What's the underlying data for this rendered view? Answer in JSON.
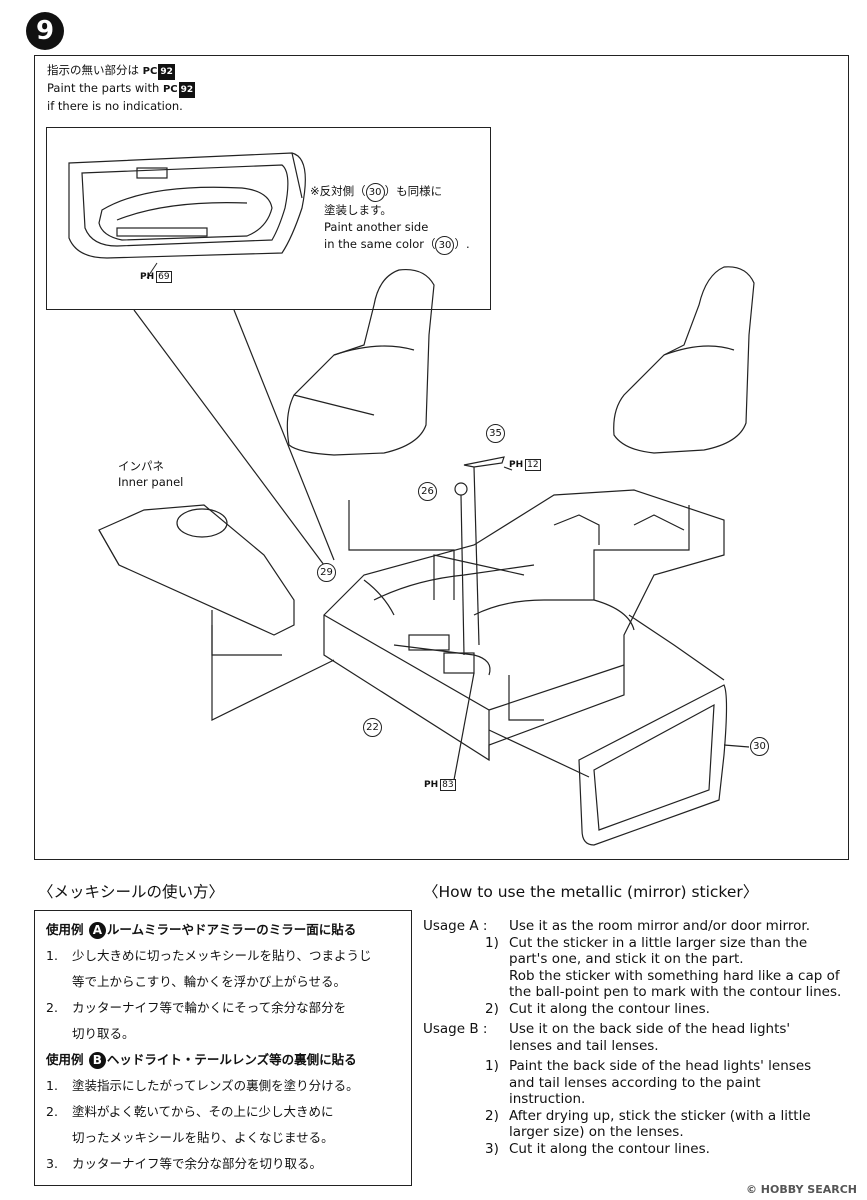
{
  "step": {
    "number": "9"
  },
  "paint_note": {
    "line1_jp": "指示の無い部分は",
    "line2_en": "Paint the parts with",
    "line3_en": "if there is no indication.",
    "color_prefix": "PC",
    "color_code": "92"
  },
  "inset": {
    "note_jp1": "※反対側（",
    "note_jp1b": "）も同様に",
    "note_jp2": "塗装します。",
    "note_en1": "Paint another side",
    "note_en2": "in the same color（",
    "note_en2b": "）.",
    "part_ref": "30",
    "paint_prefix": "PH",
    "paint_code": "69"
  },
  "parts": {
    "p35": "35",
    "p26": "26",
    "p29": "29",
    "p22": "22",
    "p30": "30"
  },
  "paint_refs": {
    "shift_prefix": "PH",
    "shift_code": "12",
    "console_prefix": "PH",
    "console_code": "83"
  },
  "inner_panel": {
    "label_jp": "インパネ",
    "label_en": "Inner panel"
  },
  "sticker_jp": {
    "heading": "〈メッキシールの使い方〉",
    "usage_a_prefix": "使用例",
    "usage_a_letter": "A",
    "usage_a_title": "ルームミラーやドアミラーのミラー面に貼る",
    "a1_num": "1.",
    "a1_l1": "少し大きめに切ったメッキシールを貼り、つまようじ",
    "a1_l2": "等で上からこすり、輪かくを浮かび上がらせる。",
    "a2_num": "2.",
    "a2_l1": "カッターナイフ等で輪かくにそって余分な部分を",
    "a2_l2": "切り取る。",
    "usage_b_prefix": "使用例",
    "usage_b_letter": "B",
    "usage_b_title": "ヘッドライト・テールレンズ等の裏側に貼る",
    "b1_num": "1.",
    "b1_l1": "塗装指示にしたがってレンズの裏側を塗り分ける。",
    "b2_num": "2.",
    "b2_l1": "塗料がよく乾いてから、その上に少し大きめに",
    "b2_l2": "切ったメッキシールを貼り、よくなじませる。",
    "b3_num": "3.",
    "b3_l1": "カッターナイフ等で余分な部分を切り取る。"
  },
  "sticker_en": {
    "heading": "〈How to use the metallic (mirror) sticker〉",
    "usage_a": "Usage A :",
    "usage_a_text": "Use it as the room mirror and/or door mirror.",
    "a1_num": "1)",
    "a1_l1": "Cut the sticker in a little larger size than the",
    "a1_l2": "part's one, and stick it on the part.",
    "a1_l3": "Rob the sticker with something hard like a cap of",
    "a1_l4": "the ball-point pen to mark with the contour lines.",
    "a2_num": "2)",
    "a2_l1": "Cut it along the contour lines.",
    "usage_b": "Usage B :",
    "usage_b_l1": "Use it on the back side of the head lights'",
    "usage_b_l2": "lenses and tail lenses.",
    "b1_num": "1)",
    "b1_l1": "Paint the back side of the head lights' lenses",
    "b1_l2": "and tail lenses according to the paint",
    "b1_l3": "instruction.",
    "b2_num": "2)",
    "b2_l1": "After drying up, stick the sticker (with a little",
    "b2_l2": "larger size) on the lenses.",
    "b3_num": "3)",
    "b3_l1": "Cut it along the contour lines."
  },
  "watermark": {
    "text": "© HOBBY SEARCH"
  }
}
